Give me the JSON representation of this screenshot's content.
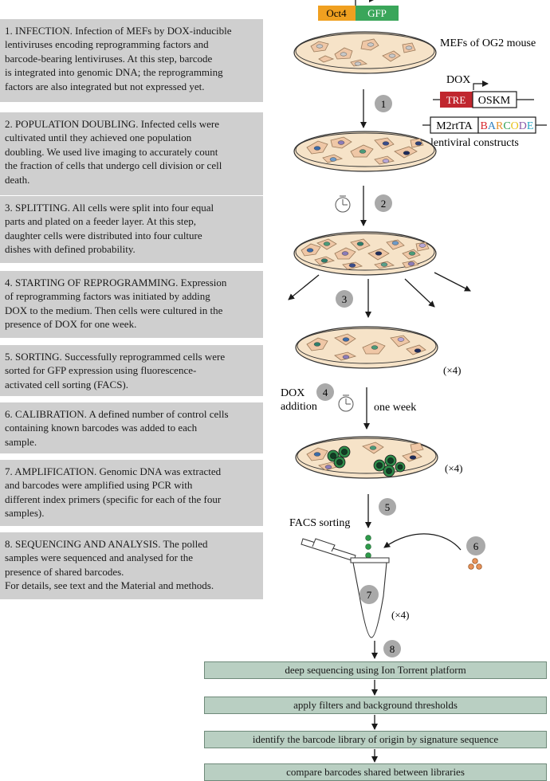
{
  "steps": [
    {
      "lines": [
        "1. INFECTION. Infection of MEFs by DOX-inducible",
        "lentiviruses encoding reprogramming factors and",
        "barcode-bearing lentiviruses. At this step, barcode",
        "is integrated into genomic DNA; the reprogramming",
        "factors are also integrated but not expressed yet."
      ]
    },
    {
      "lines": [
        "2. POPULATION DOUBLING. Infected cells were",
        "cultivated until they achieved one population",
        "doubling. We used live imaging to accurately count",
        "the fraction of cells that undergo cell division or cell",
        "death."
      ]
    },
    {
      "lines": [
        "3. SPLITTING. All cells were split into four equal",
        "parts and plated on a feeder layer. At this step,",
        "daughter cells were distributed into four culture",
        "dishes with defined probability."
      ]
    },
    {
      "lines": [
        "4. STARTING OF REPROGRAMMING. Expression",
        "of reprogramming factors was initiated by adding",
        "DOX to the medium. Then cells were cultured in the",
        "presence of DOX for one week."
      ]
    },
    {
      "lines": [
        "5. SORTING. Successfully reprogrammed cells were",
        "sorted for GFP expression using fluorescence-",
        "activated cell sorting (FACS)."
      ]
    },
    {
      "lines": [
        "6. CALIBRATION. A defined number of control cells",
        "containing known barcodes was added to each",
        "sample."
      ]
    },
    {
      "lines": [
        "7. AMPLIFICATION. Genomic DNA was extracted",
        "and barcodes were amplified using PCR with",
        "different index primers (specific for each of the four",
        "samples)."
      ]
    },
    {
      "lines": [
        "8. SEQUENCING AND ANALYSIS. The polled",
        "samples were sequenced and analysed for the",
        "presence of shared barcodes.",
        "For details, see text and the Material and methods."
      ]
    }
  ],
  "construct": {
    "oct4": "Oct4",
    "gfp": "GFP"
  },
  "mefs_label": "MEFs of OG2 mouse",
  "dox_label": "DOX",
  "tre": "TRE",
  "oskm": "OSKM",
  "m2rtta": "M2rtTA",
  "barcode_letters": [
    "B",
    "A",
    "R",
    "C",
    "O",
    "D",
    "E"
  ],
  "barcode_colors": [
    "#d8262e",
    "#2f7fc1",
    "#e6902a",
    "#2a9d4c",
    "#e8c21b",
    "#8a5aa8",
    "#28a8c4"
  ],
  "lentiviral_label": "lentiviral constructs",
  "step_numbers": [
    "1",
    "2",
    "3",
    "4",
    "5",
    "6",
    "7",
    "8"
  ],
  "multiplier": "(×4)",
  "dox_addition": [
    "DOX",
    "addition"
  ],
  "one_week": "one week",
  "facs_sorting": "FACS sorting",
  "flow": [
    "deep sequencing using Ion Torrent platform",
    "apply filters and background thresholds",
    "identify the barcode library of origin by signature sequence",
    "compare barcodes shared between libraries"
  ],
  "colors": {
    "gfp_green": "#3aa65a",
    "oct4_orange": "#f0a020",
    "tre_red": "#c0262e",
    "dish_fill": "#f6e3c8",
    "cell_fill": "#efc7a6",
    "circle_grey": "#a9a9a9",
    "flow_fill": "#b9cfc2"
  }
}
